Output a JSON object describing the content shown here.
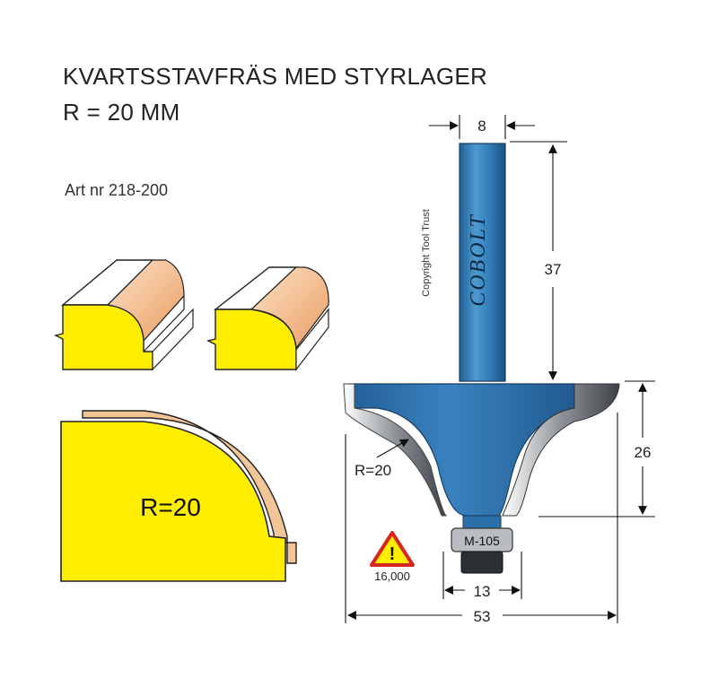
{
  "title_line1": "KVARTSSTAVFRÄS MED STYRLAGER",
  "title_line2": "R = 20 MM",
  "article": "Art nr 218-200",
  "profile_label": "R=20",
  "brand": "COBOLT",
  "copyright": "Copyright Tool Trust",
  "dimensions": {
    "shank_diameter": "8",
    "shank_length": "37",
    "cutting_height": "26",
    "radius": "R=20",
    "bearing_diameter": "13",
    "overall_diameter": "53"
  },
  "bearing_label": "M-105",
  "max_rpm": "16,000",
  "warning_symbol": "!",
  "colors": {
    "profile_yellow": "#ffee00",
    "wood_tan": "#f2c597",
    "cutter_blue": "#2a6fa8",
    "carbide_grey": "#9a9ea4"
  }
}
